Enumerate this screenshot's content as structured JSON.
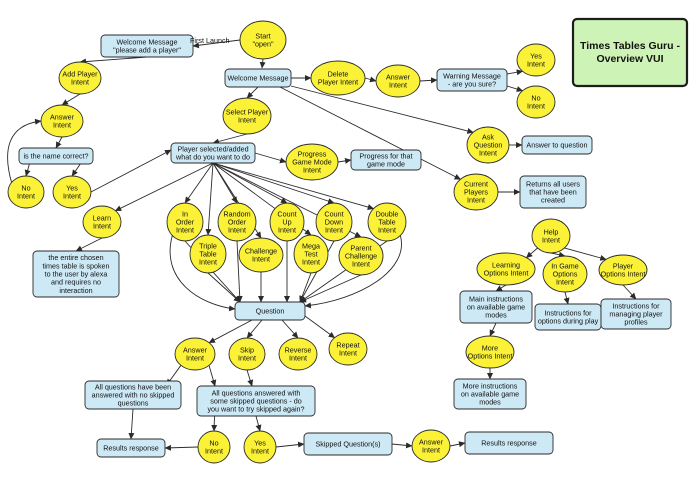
{
  "title": {
    "lines": [
      "Times Tables Guru -",
      "Overview VUI"
    ]
  },
  "edge_labels": {
    "first_launch": "First Launch"
  },
  "colors": {
    "ellipse_fill": "#fbf237",
    "box_fill": "#cde9f6",
    "title_fill": "#cdf3b6",
    "title_border": "#1d1d1d",
    "stroke": "#2b2b2b"
  },
  "nodes": {
    "start": [
      "Start",
      "\"open\""
    ],
    "welcome_message_first": [
      "Welcome Message",
      "\"please add a player\""
    ],
    "add_player_intent": [
      "Add Player",
      "Intent"
    ],
    "answer_intent_name": [
      "Answer",
      "Intent"
    ],
    "name_correct_box": [
      "is the name correct?"
    ],
    "no_intent_name": [
      "No",
      "Intent"
    ],
    "yes_intent_name": [
      "Yes",
      "Intent"
    ],
    "welcome_message": [
      "Welcome Message"
    ],
    "delete_player_intent": [
      "Delete",
      "Player Intent"
    ],
    "answer_intent_delete": [
      "Answer",
      "Intent"
    ],
    "warning_message": [
      "Warning Message",
      "- are you sure?"
    ],
    "yes_intent_warning": [
      "Yes",
      "Intent"
    ],
    "no_intent_warning": [
      "No",
      "Intent"
    ],
    "select_player_intent": [
      "Select Player",
      "Intent"
    ],
    "player_selected_box": [
      "Player selected/added",
      "what do you want to do"
    ],
    "progress_game_mode_intent": [
      "Progress",
      "Game Mode",
      "Intent"
    ],
    "progress_game_mode_box": [
      "Progress for that",
      "game mode"
    ],
    "ask_question_intent": [
      "Ask",
      "Question",
      "Intent"
    ],
    "answer_to_question_box": [
      "Answer to question"
    ],
    "current_players_intent": [
      "Current",
      "Players",
      "Intent"
    ],
    "returns_all_users_box": [
      "Returns all users",
      "that have been",
      "created"
    ],
    "learn_intent": [
      "Learn",
      "Intent"
    ],
    "learn_description_box": [
      "the entire chosen",
      "times table is spoken",
      "to the user by alexa",
      "and requires no",
      "interaction"
    ],
    "in_order_intent": [
      "In",
      "Order",
      "Intent"
    ],
    "triple_table_intent": [
      "Triple",
      "Table",
      "Intent"
    ],
    "random_order_intent": [
      "Random",
      "Order",
      "Intent"
    ],
    "challenge_intent": [
      "Challenge",
      "Intent"
    ],
    "count_up_intent": [
      "Count",
      "Up",
      "Intent"
    ],
    "mega_test_intent": [
      "Mega",
      "Test",
      "Intent"
    ],
    "count_down_intent": [
      "Count",
      "Down",
      "Intent"
    ],
    "parent_challenge_intent": [
      "Parent",
      "Challenge",
      "Intent"
    ],
    "double_table_intent": [
      "Double",
      "Table",
      "Intent"
    ],
    "question_box": [
      "Question"
    ],
    "answer_intent_question": [
      "Answer",
      "Intent"
    ],
    "skip_intent": [
      "Skip",
      "Intent"
    ],
    "reverse_intent": [
      "Reverse",
      "Intent"
    ],
    "repeat_intent": [
      "Repeat",
      "Intent"
    ],
    "all_answered_no_skipped_box": [
      "All questions have been",
      "answered with no skipped",
      "questions"
    ],
    "all_answered_some_skipped_box": [
      "All questions answered with",
      "some skipped questions - do",
      "you want to try skipped again?"
    ],
    "results_response_left": [
      "Results response"
    ],
    "no_intent_skipped": [
      "No",
      "Intent"
    ],
    "yes_intent_skipped": [
      "Yes",
      "Intent"
    ],
    "skipped_questions_box": [
      "Skipped Question(s)"
    ],
    "answer_intent_skipped": [
      "Answer",
      "Intent"
    ],
    "results_response_right": [
      "Results response"
    ],
    "help_intent": [
      "Help",
      "Intent"
    ],
    "learning_options_intent": [
      "Learning",
      "Options Intent"
    ],
    "in_game_options_intent": [
      "In Game",
      "Options",
      "Intent"
    ],
    "player_options_intent": [
      "Player",
      "Options Intent"
    ],
    "main_instructions_box": [
      "Main instructions",
      "on available game",
      "modes"
    ],
    "more_options_intent": [
      "More",
      "Options Intent"
    ],
    "more_instructions_box": [
      "More instructions",
      "on available game",
      "modes"
    ],
    "in_game_instructions_box": [
      "Instructions for",
      "options during play"
    ],
    "player_instructions_box": [
      "Instructions for",
      "managing player",
      "profiles"
    ]
  }
}
